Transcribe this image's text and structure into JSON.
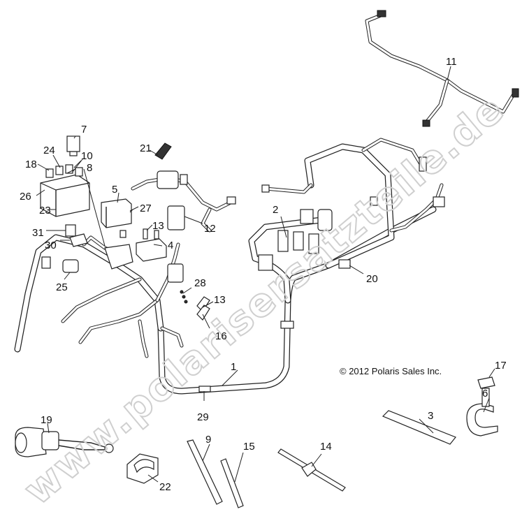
{
  "copyright": "© 2012 Polaris Sales Inc.",
  "watermark": "www.polarisersatzteile.de",
  "callouts": {
    "c1": "1",
    "c2": "2",
    "c3": "3",
    "c4": "4",
    "c5": "5",
    "c6": "6",
    "c7": "7",
    "c8": "8",
    "c9": "9",
    "c10": "10",
    "c11": "11",
    "c12": "12",
    "c13a": "13",
    "c13b": "13",
    "c14": "14",
    "c15": "15",
    "c16": "16",
    "c17": "17",
    "c18": "18",
    "c19": "19",
    "c20": "20",
    "c21": "21",
    "c22": "22",
    "c23": "23",
    "c24": "24",
    "c25": "25",
    "c26": "26",
    "c27": "27",
    "c28": "28",
    "c29": "29",
    "c30": "30",
    "c31": "31"
  }
}
